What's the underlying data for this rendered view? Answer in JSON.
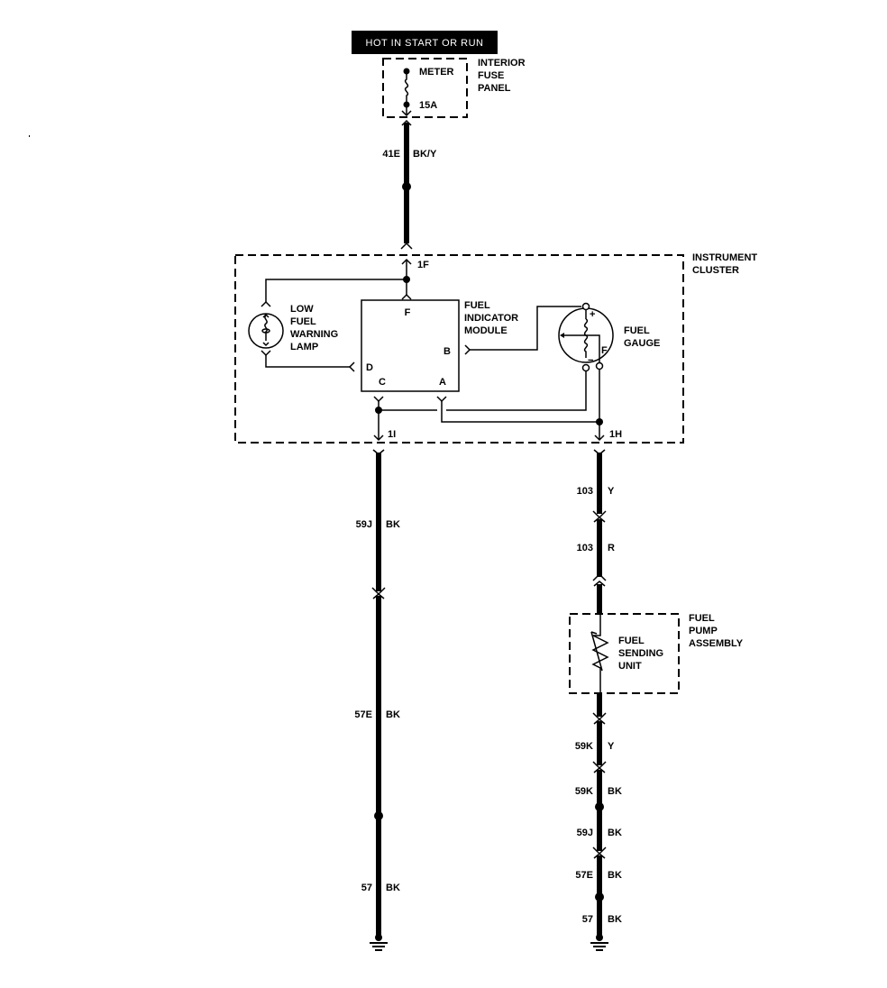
{
  "header": {
    "power_label": "HOT IN START OR RUN",
    "colors": {
      "header_bg": "#000000",
      "header_text": "#ffffff",
      "line": "#000000",
      "background": "#ffffff"
    }
  },
  "fuse_panel": {
    "name_lines": [
      "INTERIOR",
      "FUSE",
      "PANEL"
    ],
    "fuse_name": "METER",
    "fuse_rating": "15A"
  },
  "instrument_cluster": {
    "name_lines": [
      "INSTRUMENT",
      "CLUSTER"
    ],
    "connector_in": "1F",
    "connector_out_left": "1I",
    "connector_out_right": "1H",
    "lamp_lines": [
      "LOW",
      "FUEL",
      "WARNING",
      "LAMP"
    ],
    "module_lines": [
      "FUEL",
      "INDICATOR",
      "MODULE"
    ],
    "module_pins": {
      "F": "F",
      "B": "B",
      "D": "D",
      "C": "C",
      "A": "A"
    },
    "gauge_lines": [
      "FUEL",
      "GAUGE"
    ],
    "gauge_pins": {
      "plus": "+",
      "minus": "−",
      "f": "F"
    }
  },
  "fuel_pump_assembly": {
    "name_lines": [
      "FUEL",
      "PUMP",
      "ASSEMBLY"
    ],
    "sender_lines": [
      "FUEL",
      "SENDING",
      "UNIT"
    ]
  },
  "wires": {
    "feed": {
      "circuit": "41E",
      "color": "BK/Y"
    },
    "left": [
      {
        "circuit": "59J",
        "color": "BK"
      },
      {
        "circuit": "57E",
        "color": "BK"
      },
      {
        "circuit": "57",
        "color": "BK"
      }
    ],
    "right_upper": [
      {
        "circuit": "103",
        "color": "Y"
      },
      {
        "circuit": "103",
        "color": "R"
      }
    ],
    "right_lower": [
      {
        "circuit": "59K",
        "color": "Y"
      },
      {
        "circuit": "59K",
        "color": "BK"
      },
      {
        "circuit": "59J",
        "color": "BK"
      },
      {
        "circuit": "57E",
        "color": "BK"
      },
      {
        "circuit": "57",
        "color": "BK"
      }
    ]
  },
  "icons": {
    "ground": "ground-icon",
    "splice": "splice-dot-icon",
    "fuse": "fuse-icon",
    "lamp": "lamp-icon",
    "gauge": "gauge-icon",
    "sender": "variable-resistor-icon"
  }
}
